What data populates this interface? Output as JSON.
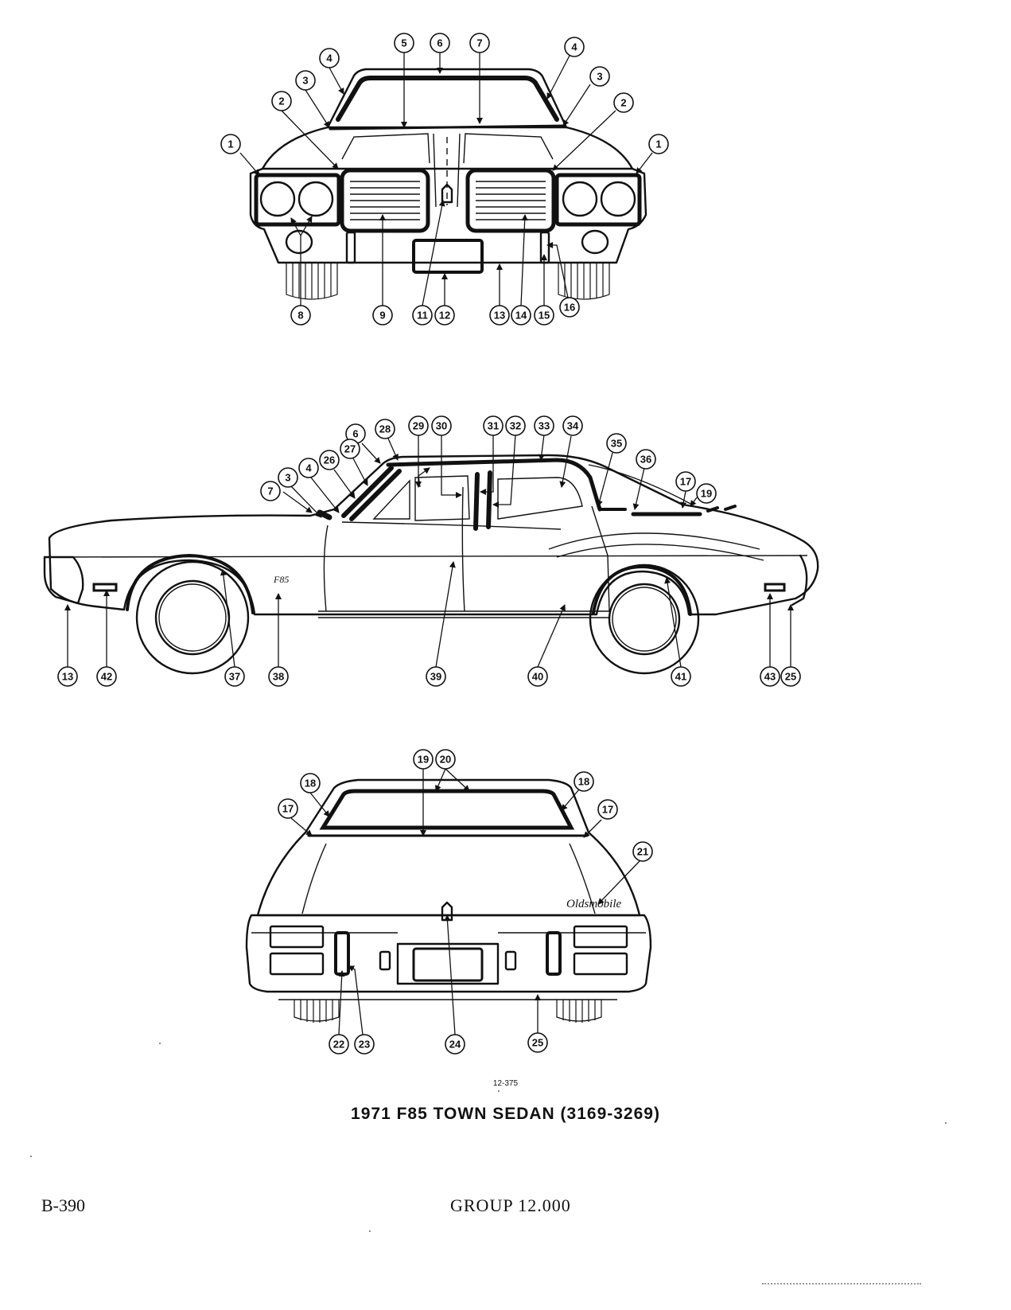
{
  "figure_number": "12-375",
  "caption": "1971 F85 TOWN SEDAN (3169-3269)",
  "page_id": "B-390",
  "group": "GROUP 12.000",
  "fender_emblem_text": "F85",
  "trunk_script_text": "Oldsmobile",
  "front_view": {
    "callouts": [
      "1",
      "1",
      "2",
      "2",
      "3",
      "3",
      "4",
      "4",
      "5",
      "6",
      "7",
      "8",
      "9",
      "11",
      "12",
      "13",
      "14",
      "15",
      "16"
    ]
  },
  "side_view": {
    "callouts": [
      "6",
      "28",
      "29",
      "30",
      "31",
      "32",
      "33",
      "34",
      "35",
      "36",
      "17",
      "19",
      "7",
      "3",
      "4",
      "26",
      "27",
      "13",
      "42",
      "37",
      "38",
      "39",
      "40",
      "41",
      "43",
      "25"
    ]
  },
  "rear_view": {
    "callouts": [
      "19",
      "20",
      "18",
      "18",
      "17",
      "17",
      "21",
      "22",
      "23",
      "24",
      "25"
    ]
  }
}
